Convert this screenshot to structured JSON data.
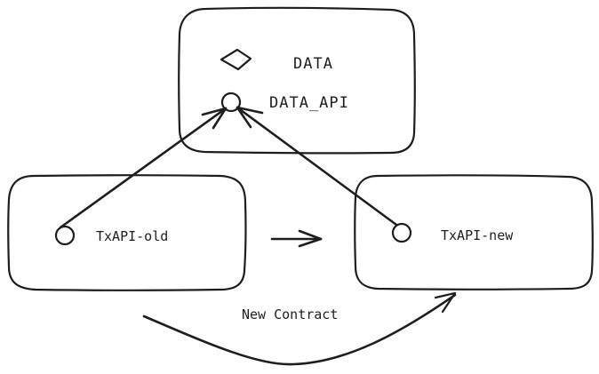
{
  "diagram": {
    "colors": {
      "stroke": "#1e1e1e",
      "background": "#ffffff"
    },
    "nodes": [
      {
        "id": "data",
        "items": [
          {
            "shape": "diamond",
            "label": "DATA"
          },
          {
            "shape": "circle",
            "label": "DATA_API"
          }
        ]
      },
      {
        "id": "txapi-old",
        "items": [
          {
            "shape": "circle",
            "label": "TxAPI-old"
          }
        ]
      },
      {
        "id": "txapi-new",
        "items": [
          {
            "shape": "circle",
            "label": "TxAPI-new"
          }
        ]
      }
    ],
    "edges": [
      {
        "from": "TxAPI-old",
        "to": "DATA_API",
        "label": ""
      },
      {
        "from": "TxAPI-new",
        "to": "DATA_API",
        "label": ""
      },
      {
        "from": "TxAPI-old",
        "to": "TxAPI-new",
        "label": ""
      },
      {
        "from": "TxAPI-old",
        "to": "TxAPI-new",
        "label": "New Contract"
      }
    ]
  }
}
